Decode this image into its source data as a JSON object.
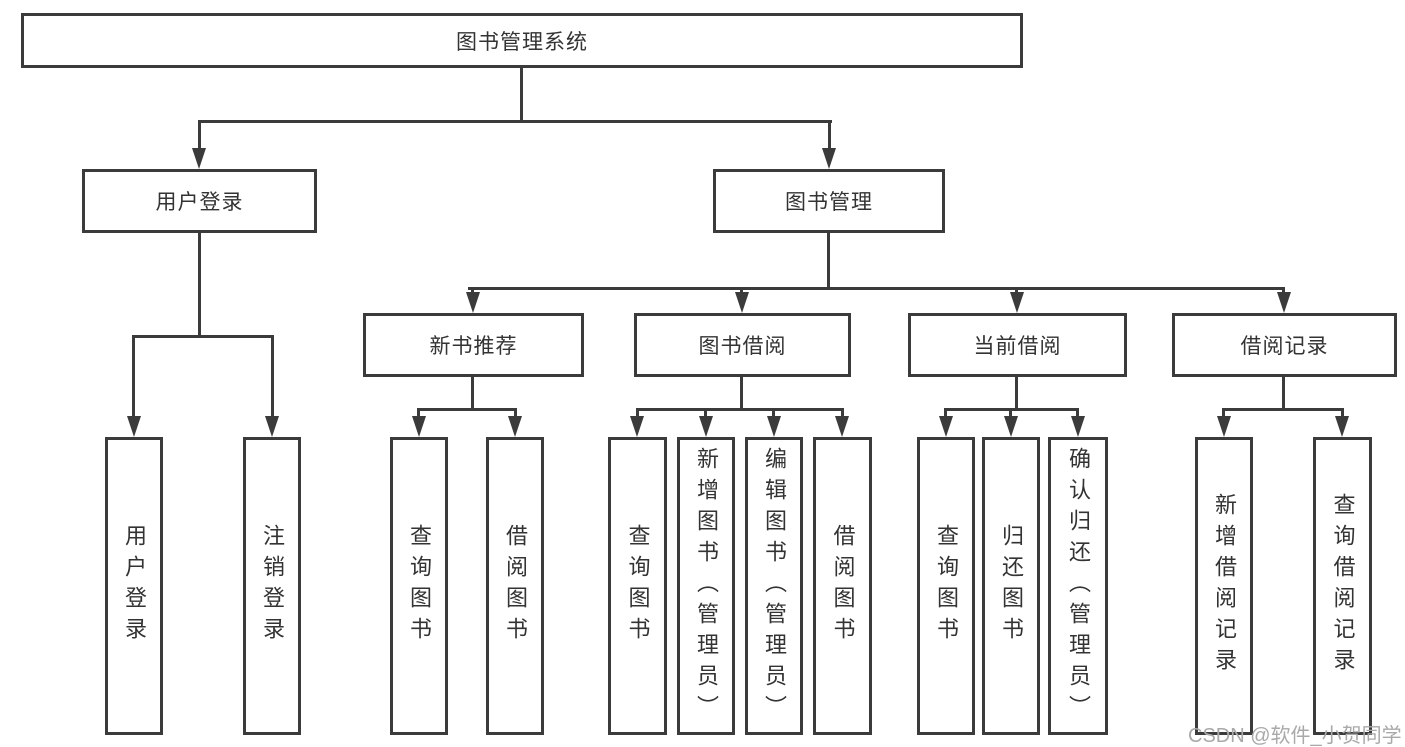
{
  "colors": {
    "line": "#3b3b3b",
    "text": "#333333",
    "watermark": "#a9a9a9",
    "background": "#ffffff"
  },
  "watermark": {
    "text": "CSDN @软件_小贺同学"
  },
  "tree": {
    "root": {
      "label": "图书管理系统"
    },
    "children": [
      {
        "label": "用户登录",
        "children": [
          {
            "label": "用户登录"
          },
          {
            "label": "注销登录"
          }
        ]
      },
      {
        "label": "图书管理",
        "children": [
          {
            "label": "新书推荐",
            "children": [
              {
                "label": "查询图书"
              },
              {
                "label": "借阅图书"
              }
            ]
          },
          {
            "label": "图书借阅",
            "children": [
              {
                "label": "查询图书"
              },
              {
                "label": "新增图书（管理员）"
              },
              {
                "label": "编辑图书（管理员）"
              },
              {
                "label": "借阅图书"
              }
            ]
          },
          {
            "label": "当前借阅",
            "children": [
              {
                "label": "查询图书"
              },
              {
                "label": "归还图书"
              },
              {
                "label": "确认归还（管理员）"
              }
            ]
          },
          {
            "label": "借阅记录",
            "children": [
              {
                "label": "新增借阅记录"
              },
              {
                "label": "查询借阅记录"
              }
            ]
          }
        ]
      }
    ]
  }
}
